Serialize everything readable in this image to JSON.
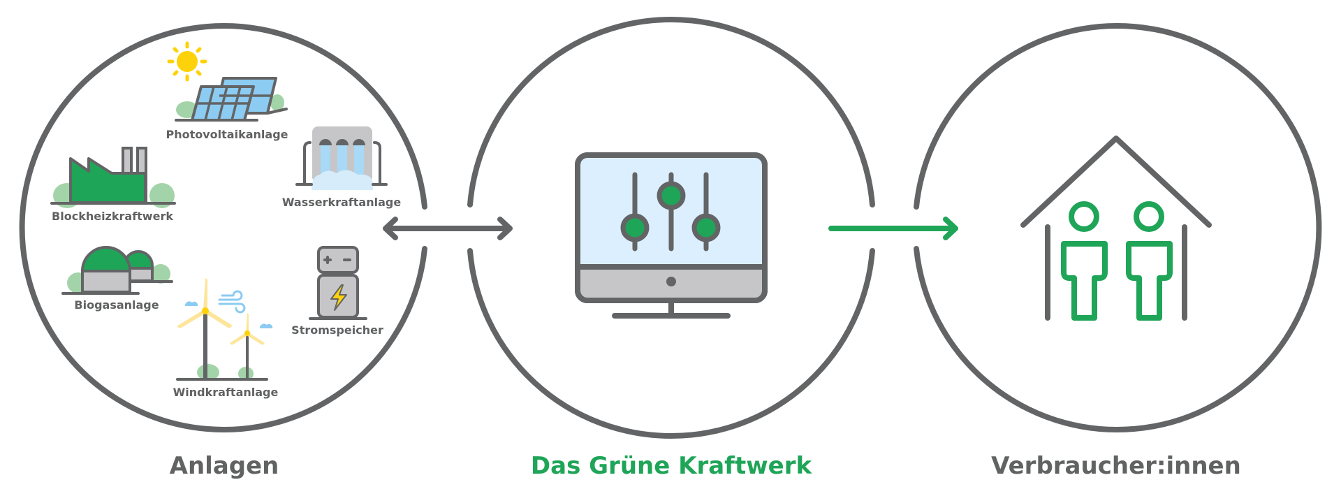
{
  "colors": {
    "gray": "#636465",
    "text_gray": "#616262",
    "green": "#1fa558",
    "light_green": "#a3d4a9",
    "sun_yellow": "#fdd20a",
    "blade_yellow": "#fde59a",
    "panel_blue": "#8ccbf2",
    "water_blue": "#d7ecfb",
    "screen_blue": "#dcefff",
    "light_gray": "#c6c6c8"
  },
  "sections": [
    {
      "id": "anlagen",
      "title": "Anlagen",
      "items": [
        {
          "label": "Photovoltaikanlage",
          "icon": "solar-panel-icon"
        },
        {
          "label": "Blockheizkraftwerk",
          "icon": "factory-icon"
        },
        {
          "label": "Wasserkraftanlage",
          "icon": "hydro-dam-icon"
        },
        {
          "label": "Biogasanlage",
          "icon": "biogas-dome-icon"
        },
        {
          "label": "Stromspeicher",
          "icon": "battery-icon"
        },
        {
          "label": "Windkraftanlage",
          "icon": "wind-turbine-icon"
        }
      ]
    },
    {
      "id": "kraftwerk",
      "title": "Das Grüne Kraftwerk",
      "icon": "monitor-sliders-icon"
    },
    {
      "id": "verbraucher",
      "title": "Verbraucher:innen",
      "icon": "house-people-icon"
    }
  ],
  "connectors": [
    {
      "from": "anlagen",
      "to": "kraftwerk",
      "type": "bidirectional",
      "color": "#636465"
    },
    {
      "from": "kraftwerk",
      "to": "verbraucher",
      "type": "unidirectional",
      "color": "#1fa558"
    }
  ]
}
